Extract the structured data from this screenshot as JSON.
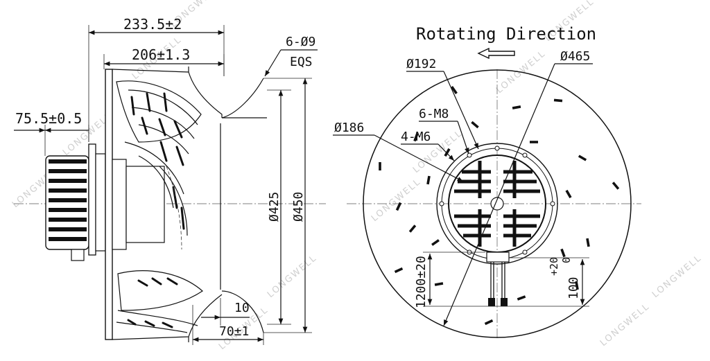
{
  "labels": {
    "overall_length": "233.5±2",
    "impeller_length": "206±1.3",
    "motor_offset": "75.5±0.5",
    "holes": "6-Ø9",
    "eqs": "EQS",
    "dia_425": "Ø425",
    "dia_450": "Ø450",
    "inlet_depth": "10",
    "flange_depth": "70±1",
    "rotating_direction": "Rotating Direction",
    "dia_192": "Ø192",
    "dia_465": "Ø465",
    "thread_6m8": "6-M8",
    "dia_186": "Ø186",
    "thread_4m6": "4-M6",
    "cable_length": "1200±20",
    "cable_exit": "100",
    "tol_plus": "+20",
    "tol_zero": "0"
  },
  "watermark": "LONGWELL",
  "colors": {
    "line": "#111111",
    "watermark": "#c8c8c8"
  }
}
